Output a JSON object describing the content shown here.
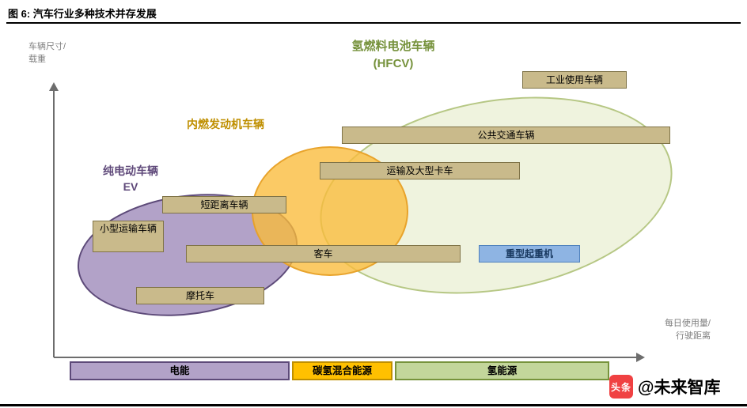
{
  "figure": {
    "title": "图 6:  汽车行业多种技术并存发展"
  },
  "axes": {
    "y_label": "车辆尺寸/\n载重",
    "x_label": "每日使用量/\n行驶距离"
  },
  "regions": {
    "hfcv": {
      "label": "氢燃料电池车辆\n(HFCV)",
      "fill": "#eff3de",
      "border": "#b6c784"
    },
    "ice": {
      "label": "内燃发动机车辆",
      "fill": "#fabb3a",
      "border": "#e7a026"
    },
    "ev": {
      "label": "纯电动车辆\nEV",
      "fill": "#b2a2c8",
      "border": "#5d4a79"
    }
  },
  "boxes": {
    "industrial": "工业使用车辆",
    "public_transport": "公共交通车辆",
    "large_trucks": "运输及大型卡车",
    "short_distance": "短距离车辆",
    "small_transport": "小型运输车辆",
    "bus": "客车",
    "motorcycle": "摩托车",
    "heavy_crane": "重型起重机"
  },
  "legend": {
    "electric": {
      "label": "电能",
      "color": "#b2a2c8"
    },
    "hybrid": {
      "label": "碳氢混合能源",
      "color": "#ffc000"
    },
    "hydrogen": {
      "label": "氢能源",
      "color": "#c3d69b"
    }
  },
  "watermark": {
    "logo": "头条",
    "handle": "@未来智库",
    "logo_color": "#f04142"
  }
}
